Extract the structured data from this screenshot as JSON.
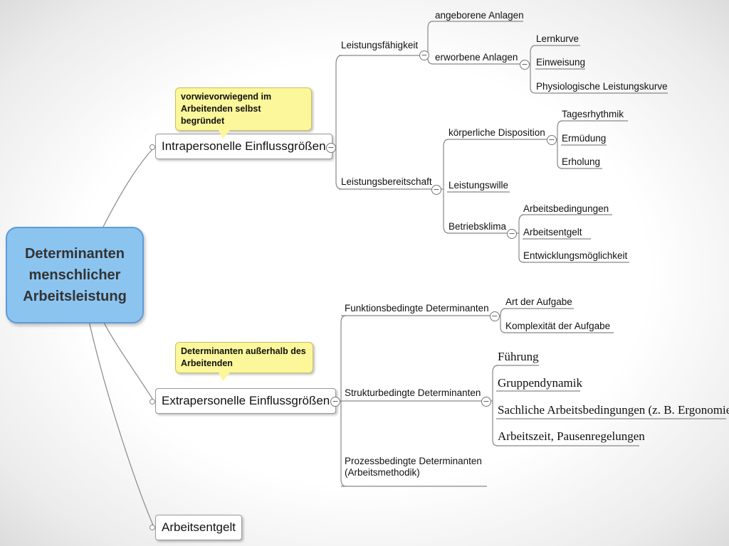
{
  "root": {
    "title": "Determinanten\nmenschlicher\nArbeitsleistung"
  },
  "branches": {
    "intra": {
      "label": "Intrapersonelle Einflussgrößen",
      "callout": "vorwievorwiegend im Arbeitenden selbst begründet",
      "leistungsfaehigkeit": {
        "label": "Leistungsfähigkeit",
        "angeboren": "angeborene Anlagen",
        "erworben": {
          "label": "erworbene Anlagen",
          "items": [
            "Lernkurve",
            "Einweisung",
            "Physiologische Leistungskurve"
          ]
        }
      },
      "leistungsbereitschaft": {
        "label": "Leistungsbereitschaft",
        "koerperlich": {
          "label": "körperliche Disposition",
          "items": [
            "Tagesrhythmik",
            "Ermüdung",
            "Erholung"
          ]
        },
        "wille": "Leistungswille",
        "klima": {
          "label": "Betriebsklima",
          "items": [
            "Arbeitsbedingungen",
            "Arbeitsentgelt",
            "Entwicklungsmöglichkeit"
          ]
        }
      }
    },
    "extra": {
      "label": "Extrapersonelle Einflussgrößen",
      "callout": "Determinanten außerhalb des Arbeitenden",
      "funktion": {
        "label": "Funktionsbedingte Determinanten",
        "items": [
          "Art der Aufgabe",
          "Komplexität der Aufgabe"
        ]
      },
      "struktur": {
        "label": "Strukturbedingte Determinanten",
        "items": [
          "Führung",
          "Gruppendynamik",
          "Sachliche Arbeitsbedingungen (z. B. Ergonomie)",
          "Arbeitszeit, Pausenregelungen"
        ]
      },
      "prozess": {
        "label": "Prozessbedingte Determinanten (Arbeitsmethodik)"
      }
    },
    "entgelt": {
      "label": "Arbeitsentgelt"
    }
  },
  "toggle_symbol": "−",
  "colors": {
    "root_fill": "#8cc4f0",
    "root_border": "#5d9cd8",
    "callout_fill": "#fbf79a",
    "line": "#888888"
  }
}
